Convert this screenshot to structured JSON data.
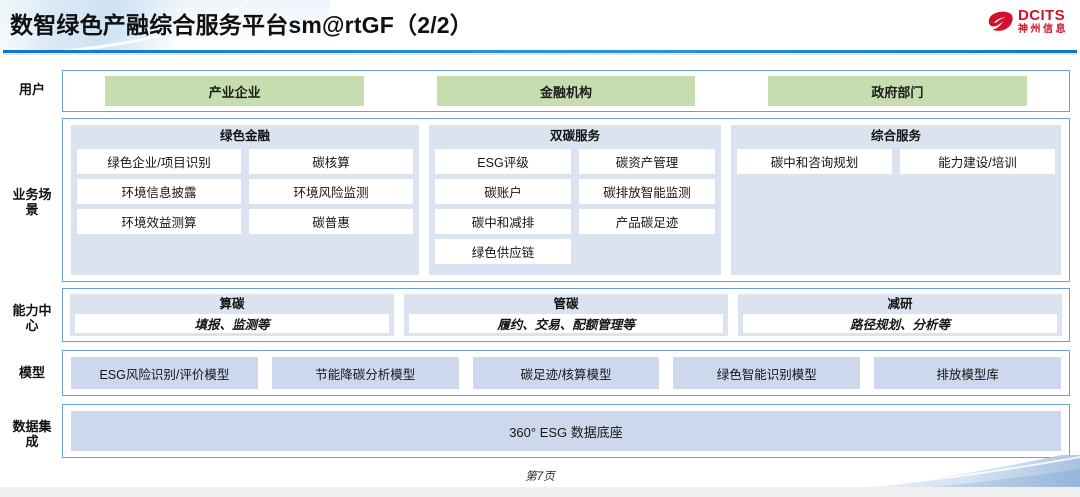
{
  "header": {
    "title": "数智绿色产融综合服务平台sm@rtGF（2/2）",
    "logo_en": "DCITS",
    "logo_cn": "神州信息"
  },
  "colors": {
    "accent_blue": "#1177c4",
    "border_blue": "#6d9ddc",
    "panel_blue": "#dce3f0",
    "tile_blue": "#ced8ec",
    "user_green": "#c6ddb0",
    "logo_red": "#d2112a"
  },
  "rows": {
    "user": {
      "label": "用户",
      "items": [
        "产业企业",
        "金融机构",
        "政府部门"
      ]
    },
    "business": {
      "label": "业务场景",
      "panels": [
        {
          "title": "绿色金融",
          "items": [
            "绿色企业/项目识别",
            "碳核算",
            "环境信息披露",
            "环境风险监测",
            "环境效益测算",
            "碳普惠"
          ]
        },
        {
          "title": "双碳服务",
          "items": [
            "ESG评级",
            "碳资产管理",
            "碳账户",
            "碳排放智能监测",
            "碳中和减排",
            "产品碳足迹",
            "绿色供应链"
          ]
        },
        {
          "title": "综合服务",
          "items": [
            "碳中和咨询规划",
            "能力建设/培训"
          ]
        }
      ]
    },
    "capability": {
      "label": "能力中心",
      "panels": [
        {
          "title": "算碳",
          "subtitle": "填报、监测等"
        },
        {
          "title": "管碳",
          "subtitle": "履约、交易、配额管理等"
        },
        {
          "title": "减研",
          "subtitle": "路径规划、分析等"
        }
      ]
    },
    "model": {
      "label": "模型",
      "items": [
        "ESG风险识别/评价模型",
        "节能降碳分析模型",
        "碳足迹/核算模型",
        "绿色智能识别模型",
        "排放模型库"
      ]
    },
    "data": {
      "label": "数据集成",
      "band": "360° ESG 数据底座"
    }
  },
  "footer": {
    "page": "第7页"
  }
}
